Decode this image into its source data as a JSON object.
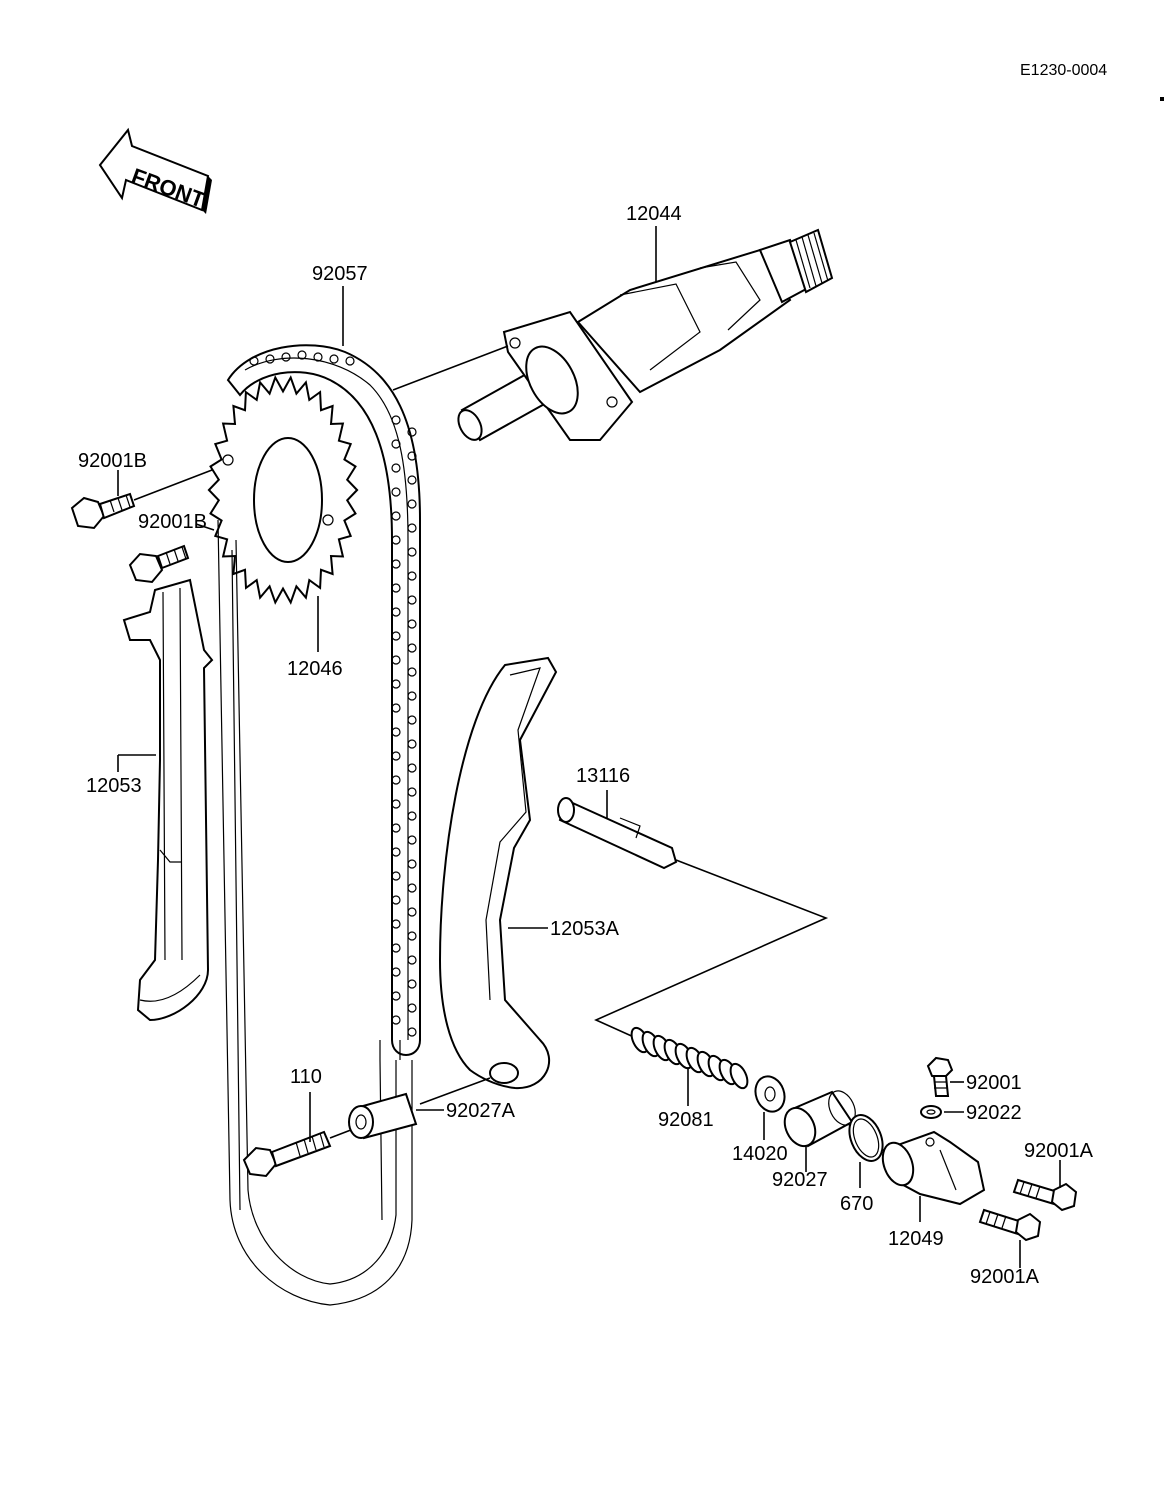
{
  "diagram": {
    "code": "E1230-0004",
    "front_label": "FRONT",
    "colors": {
      "ink": "#000000",
      "paper": "#ffffff"
    },
    "parts": [
      {
        "id": "p12044",
        "label": "12044"
      },
      {
        "id": "p92057",
        "label": "92057"
      },
      {
        "id": "p92001B_a",
        "label": "92001B"
      },
      {
        "id": "p92001B_b",
        "label": "92001B"
      },
      {
        "id": "p12046",
        "label": "12046"
      },
      {
        "id": "p12053",
        "label": "12053"
      },
      {
        "id": "p13116",
        "label": "13116"
      },
      {
        "id": "p12053A",
        "label": "12053A"
      },
      {
        "id": "p110",
        "label": "110"
      },
      {
        "id": "p92027A",
        "label": "92027A"
      },
      {
        "id": "p92081",
        "label": "92081"
      },
      {
        "id": "p14020",
        "label": "14020"
      },
      {
        "id": "p92027",
        "label": "92027"
      },
      {
        "id": "p670",
        "label": "670"
      },
      {
        "id": "p12049",
        "label": "12049"
      },
      {
        "id": "p92001",
        "label": "92001"
      },
      {
        "id": "p92022",
        "label": "92022"
      },
      {
        "id": "p92001A_a",
        "label": "92001A"
      },
      {
        "id": "p92001A_b",
        "label": "92001A"
      }
    ]
  }
}
